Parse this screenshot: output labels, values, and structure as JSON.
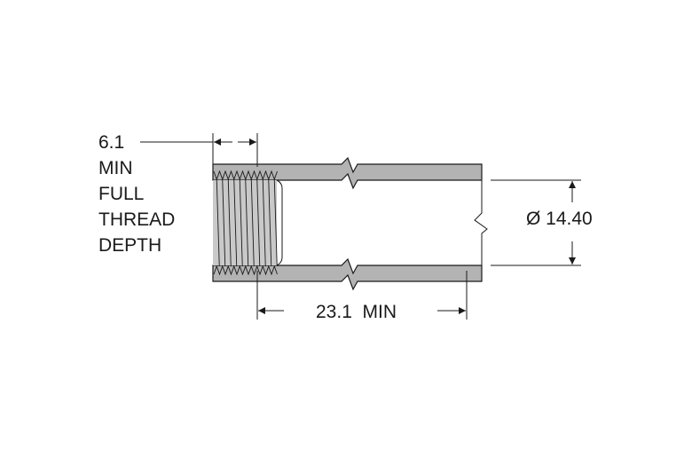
{
  "labels": {
    "thread_depth_value": "6.1",
    "thread_depth_line2": "MIN",
    "thread_depth_line3": "FULL",
    "thread_depth_line4": "THREAD",
    "thread_depth_line5": "DEPTH",
    "length_label": "23.1  MIN",
    "diameter_label": "Ø 14.40"
  },
  "colors": {
    "wall_fill": "#b3b3b3",
    "line": "#1a1a1a",
    "background": "#ffffff"
  }
}
